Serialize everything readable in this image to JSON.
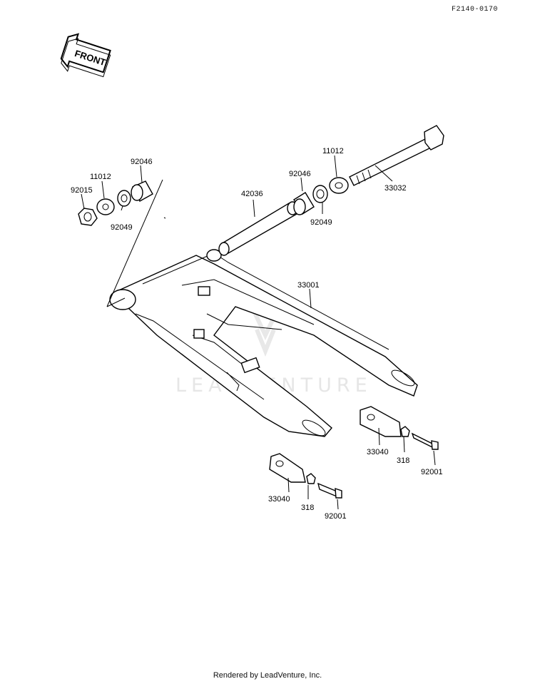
{
  "diagram_code": "F2140-0170",
  "front_label": "FRONT",
  "watermark_text": "LEADVENTURE",
  "footer": "Rendered by LeadVenture, Inc.",
  "labels": {
    "p92046a": "92046",
    "p11012a": "11012",
    "p92015": "92015",
    "p92049a": "92049",
    "p42036": "42036",
    "p92046b": "92046",
    "p11012b": "11012",
    "p92049b": "92049",
    "p33032": "33032",
    "p33001": "33001",
    "p33040a": "33040",
    "p318a": "318",
    "p92001a": "92001",
    "p33040b": "33040",
    "p318b": "318",
    "p92001b": "92001"
  }
}
